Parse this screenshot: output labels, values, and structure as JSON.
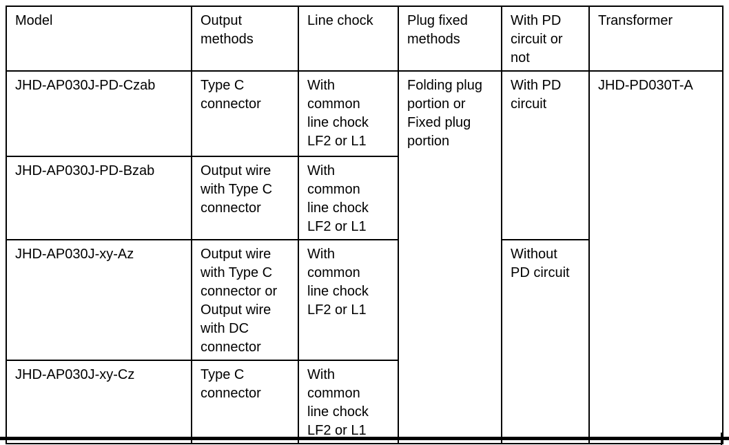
{
  "table": {
    "headers": [
      "Model",
      "Output\nmethods",
      "Line chock",
      "Plug fixed\nmethods",
      "With PD\ncircuit or\nnot",
      "Transformer"
    ],
    "rows": [
      {
        "model": "JHD-AP030J-PD-Czab",
        "output": "Type C\nconnector",
        "chock": "With\ncommon\nline chock\nLF2 or L1"
      },
      {
        "model": "JHD-AP030J-PD-Bzab",
        "output": "Output wire\nwith Type C\nconnector",
        "chock": "With\ncommon\nline chock\nLF2 or L1"
      },
      {
        "model": "JHD-AP030J-xy-Az",
        "output": "Output wire\nwith Type C\nconnector or\nOutput wire\nwith DC\nconnector",
        "chock": "With\ncommon\nline chock\nLF2 or L1"
      },
      {
        "model": "JHD-AP030J-xy-Cz",
        "output": "Type C\nconnector",
        "chock": "With\ncommon\nline chock\nLF2 or L1"
      }
    ],
    "merged": {
      "plug_fixed": "Folding plug\nportion or\nFixed plug\nportion",
      "with_pd": "With PD\ncircuit",
      "without_pd": "Without\nPD circuit",
      "transformer": "JHD-PD030T-A"
    },
    "colors": {
      "border": "#000000",
      "text": "#000000",
      "background": "#ffffff"
    }
  }
}
